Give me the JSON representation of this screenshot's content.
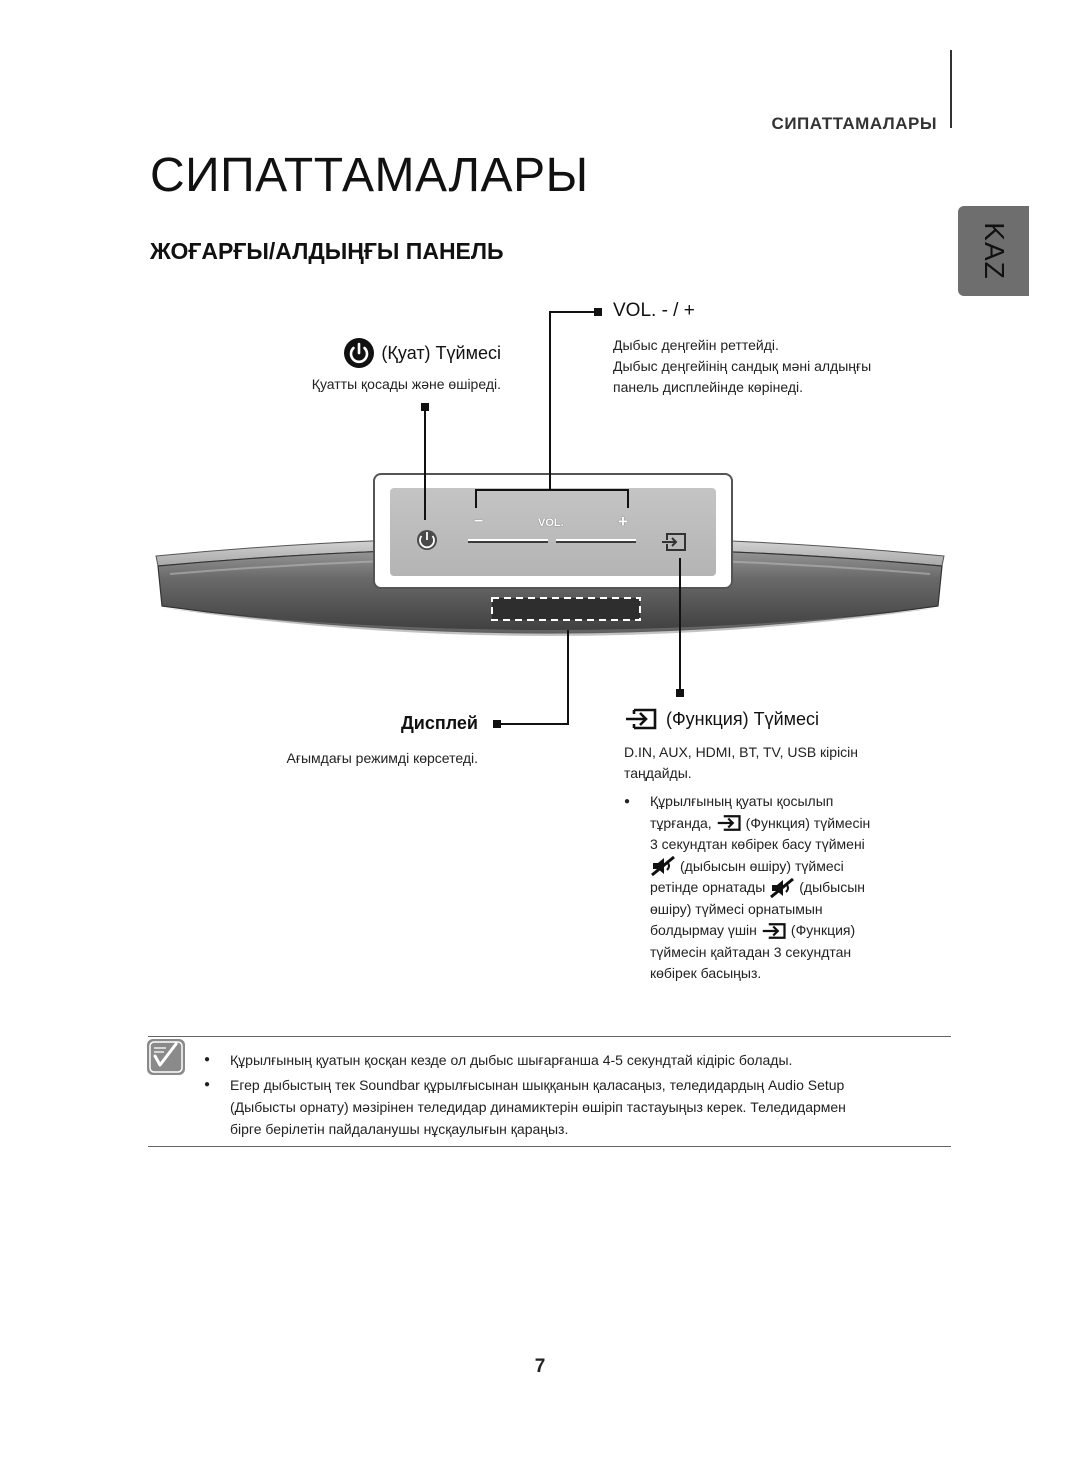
{
  "header": {
    "section_label": "СИПАТТАМАЛАРЫ",
    "lang_tab": "KAZ"
  },
  "page_title": "СИПАТТАМАЛАРЫ",
  "section_title": "ЖОҒАРҒЫ/АЛДЫҢҒЫ ПАНЕЛЬ",
  "device_panel": {
    "minus": "−",
    "vol": "VOL.",
    "plus": "+"
  },
  "callouts": {
    "power": {
      "label": "(Қуат) Түймесі",
      "desc": "Қуатты қосады және өшіреді."
    },
    "vol": {
      "label": "VOL. - / +",
      "desc_lines": [
        "Дыбыс деңгейін реттейді.",
        "Дыбыс деңгейінің сандық мәні алдыңғы",
        "панель дисплейінде көрінеді."
      ]
    },
    "display": {
      "label": "Дисплей",
      "desc": "Ағымдағы режимді көрсетеді."
    },
    "function": {
      "label": "(Функция) Түймесі",
      "desc_lines": [
        "D.IN, AUX, HDMI, BT, TV, USB кірісін",
        "таңдайды."
      ],
      "bullet": {
        "l1": "Құрылғының қуаты қосылып",
        "l2a": "тұрғанда,",
        "l2b": "(Функция) түймесін",
        "l3": "3 секундтан көбірек басу түймені",
        "l4": "(дыбысын өшіру) түймесі",
        "l5a": "ретінде орнатады",
        "l5b": "(дыбысын",
        "l6": "өшіру) түймесі орнатымын",
        "l7a": "болдырмау үшін",
        "l7b": "(Функция)",
        "l8": "түймесін қайтадан 3 секундтан",
        "l9": "көбірек басыңыз."
      }
    }
  },
  "notes": [
    "Құрылғының қуатын қосқан кезде ол дыбыс шығарғанша 4-5 секундтай кідіріс болады.",
    "Егер дыбыстың тек Soundbar құрылғысынан шыққанын қаласаңыз, теледидардың Audio Setup",
    "(Дыбысты орнату) мәзірінен теледидар динамиктерін өшіріп тастауыңыз керек. Теледидармен",
    "бірге берілетін пайдаланушы нұсқаулығын қараңыз."
  ],
  "page_number": "7"
}
